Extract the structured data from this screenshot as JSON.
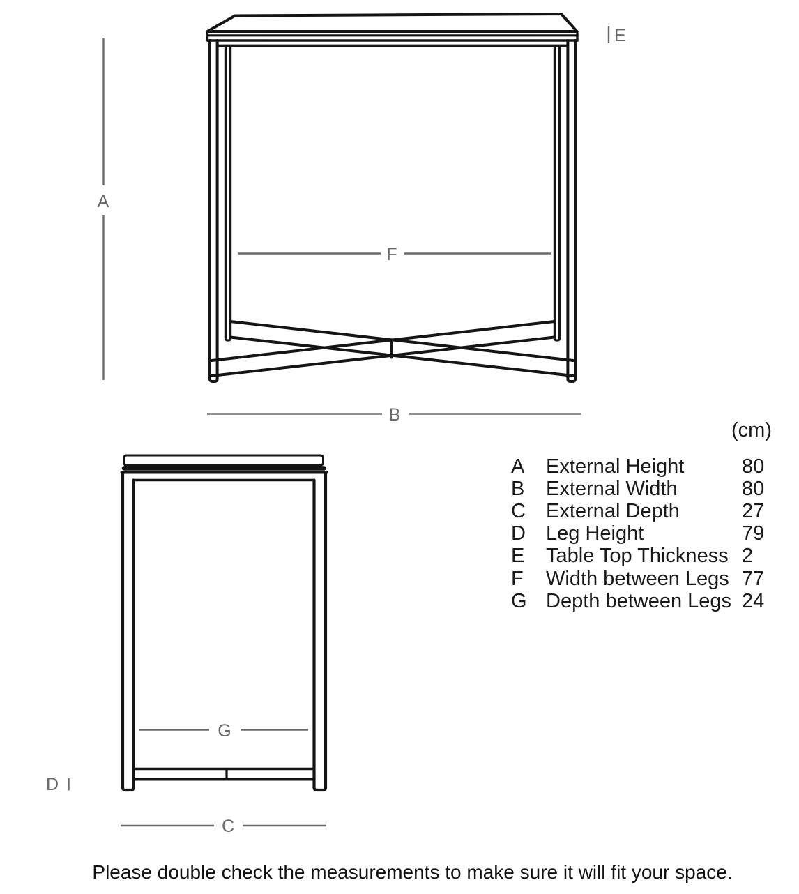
{
  "front_view": {
    "labels": {
      "a": "A",
      "b": "B",
      "e": "E",
      "f": "F"
    }
  },
  "side_view": {
    "labels": {
      "c": "C",
      "d": "D",
      "g": "G"
    }
  },
  "legend": {
    "unit": "(cm)",
    "rows": [
      {
        "letter": "A",
        "name": "External Height",
        "value": "80"
      },
      {
        "letter": "B",
        "name": "External Width",
        "value": "80"
      },
      {
        "letter": "C",
        "name": "External Depth",
        "value": "27"
      },
      {
        "letter": "D",
        "name": "Leg Height",
        "value": "79"
      },
      {
        "letter": "E",
        "name": "Table Top Thickness",
        "value": "2"
      },
      {
        "letter": "F",
        "name": "Width between Legs",
        "value": "77"
      },
      {
        "letter": "G",
        "name": "Depth between Legs",
        "value": "24"
      }
    ]
  },
  "footer": {
    "note": "Please double check the measurements to make sure it will fit your space."
  },
  "colors": {
    "drawing_line": "#151515",
    "dimension_line": "#68696c",
    "text": "#1a1a1a"
  }
}
